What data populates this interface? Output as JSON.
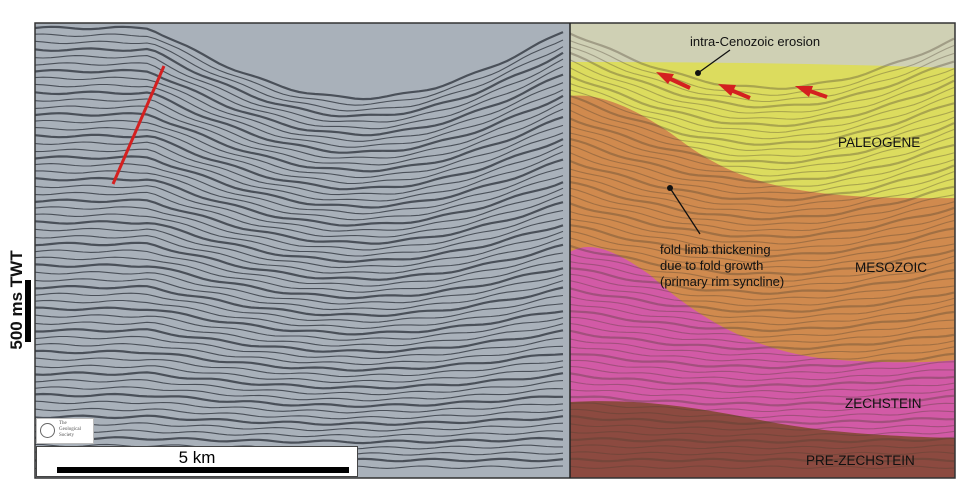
{
  "figure": {
    "vertical_scale_label": "500 ms TWT",
    "horizontal_scale_label": "5 km",
    "logo_text": [
      "The",
      "Geological",
      "Society"
    ]
  },
  "interpretation": {
    "units": {
      "paleogene": "PALEOGENE",
      "mesozoic": "MESOZOIC",
      "zechstein": "ZECHSTEIN",
      "pre_zechstein": "PRE-ZECHSTEIN"
    },
    "annotations": {
      "erosion": "intra-Cenozoic erosion",
      "fold_limb": [
        "fold limb thickening",
        "due to fold growth",
        "(primary rim syncline)"
      ]
    },
    "colors": {
      "cenozoic": "#cfd0b4",
      "paleogene": "#dcdc5e",
      "mesozoic": "#d08a4e",
      "zechstein": "#d25aa6",
      "pre_zechstein": "#8c4a40",
      "arrows": "#d42020",
      "fault": "#d42020"
    }
  }
}
